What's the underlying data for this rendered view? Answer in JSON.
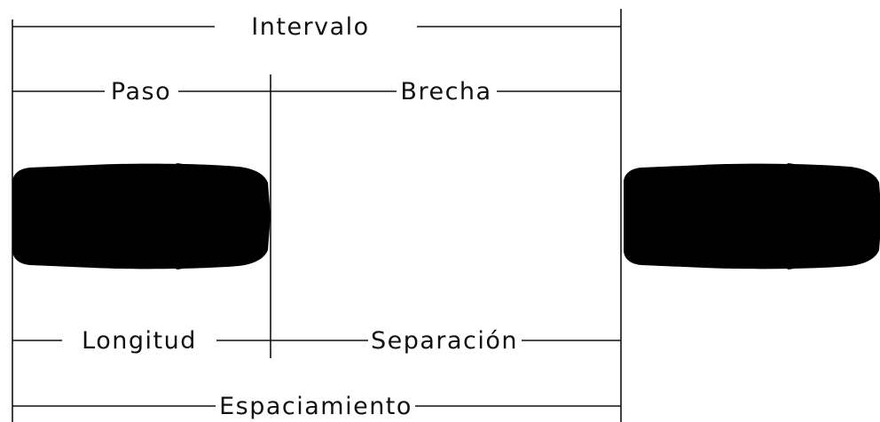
{
  "labels": {
    "interval": "Intervalo",
    "step": "Paso",
    "gap": "Brecha",
    "length": "Longitud",
    "separation": "Separación",
    "spacing": "Espaciamiento"
  },
  "icons": {
    "lead_vehicle": "car-top-view-icon",
    "following_vehicle": "car-top-view-icon"
  },
  "colors": {
    "line": "#111111",
    "background": "#ffffff"
  }
}
